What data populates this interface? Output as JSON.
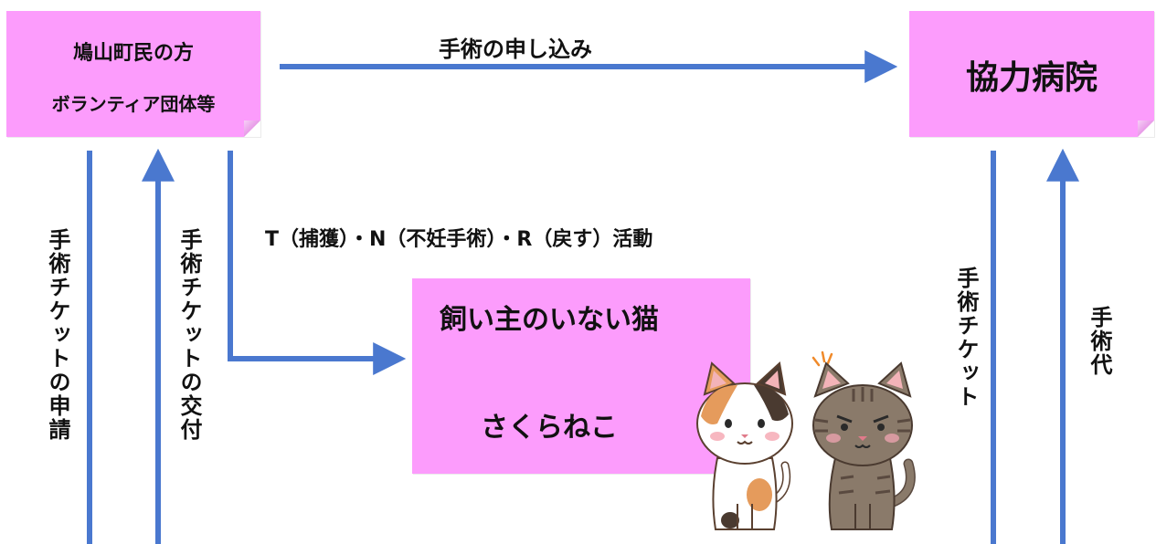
{
  "boxes": {
    "residents_line1": "鳩山町民の方",
    "residents_line2": "ボランティア団体等",
    "hospital": "協力病院",
    "cats_top": "飼い主のいない猫",
    "cats_bottom": "さくらねこ"
  },
  "labels": {
    "surgery_request": "手術の申し込み",
    "tnr_activity": "T（捕獲）・N（不妊手術）・R（戻す）活動",
    "ticket_application": "手術チケットの申請",
    "ticket_issue": "手術チケットの交付",
    "ticket": "手術チケット",
    "surgery_fee": "手術代"
  },
  "colors": {
    "box_fill": "#fc9cfc",
    "arrow": "#4a78cf"
  }
}
